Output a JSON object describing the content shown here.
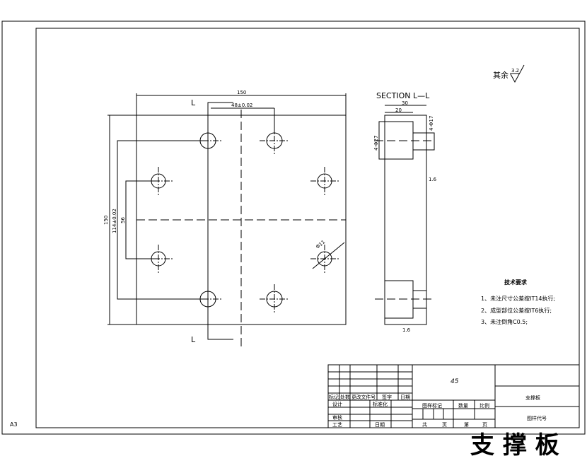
{
  "sheet": {
    "size_label": "A3"
  },
  "plan_view": {
    "width_dim": "150",
    "height_dim": "150",
    "hole_spacing_x": "48±0.02",
    "hole_spacing_y": "114±0.02",
    "small_hole_spacing": "56",
    "small_hole_dia": "Φ11",
    "section_mark_top": "L",
    "section_mark_bottom": "L"
  },
  "section_view": {
    "title": "SECTION L—L",
    "thickness_dim": "30",
    "counterbore_depth": "20",
    "counterbore_dia": "4-Φ27",
    "hole_dia": "4-Φ17",
    "roughness_side": "1.6",
    "roughness_bottom": "1.6"
  },
  "roughness_note": {
    "label": "其余",
    "value": "3.2"
  },
  "tech_requirements": {
    "title": "技术要求",
    "items": [
      "1、未注尺寸公差按IT14执行;",
      "2、成型部位公差按IT6执行;",
      "3、未注倒角C0.5;"
    ]
  },
  "title_block": {
    "material": "45",
    "part_name": "支撑板",
    "drawing_code": "图样代号",
    "labels": {
      "mark": "标记",
      "count": "处数",
      "change_doc": "更改文件号",
      "sign": "签字",
      "date": "日期",
      "design": "设计",
      "standardize": "标准化",
      "drawing_mark": "图样标记",
      "quantity": "数量",
      "scale": "比例",
      "review": "审核",
      "process": "工艺",
      "date2": "日期",
      "total": "共",
      "page": "页",
      "nth": "第",
      "page2": "页"
    }
  },
  "watermark": {
    "text": "支 撑 板",
    "color": "#8b0000"
  }
}
